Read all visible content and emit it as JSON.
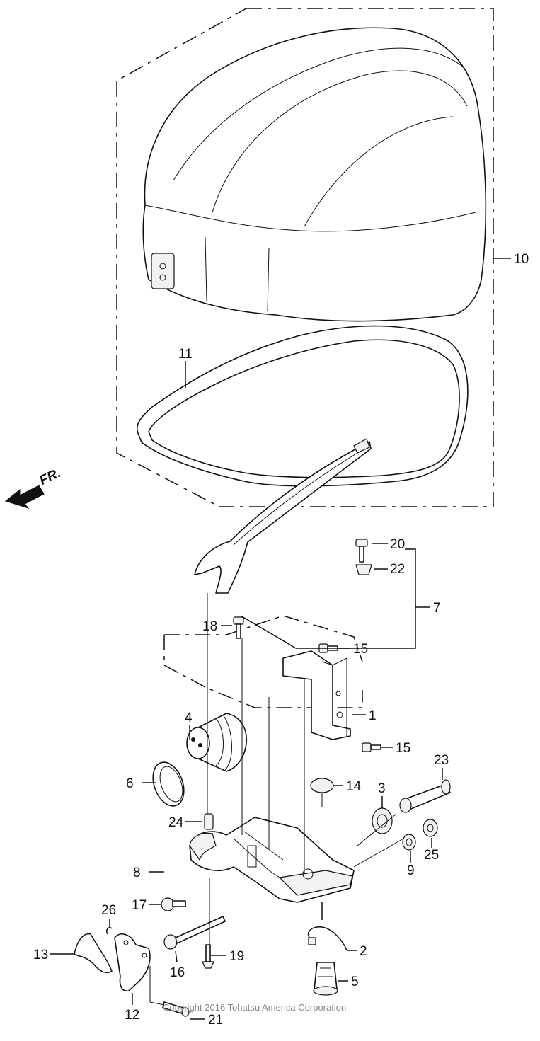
{
  "callouts": {
    "c1": "1",
    "c2": "2",
    "c3": "3",
    "c4": "4",
    "c5": "5",
    "c6": "6",
    "c7": "7",
    "c8": "8",
    "c9": "9",
    "c10": "10",
    "c11": "11",
    "c12": "12",
    "c13": "13",
    "c14": "14",
    "c15a": "15",
    "c15b": "15",
    "c16": "16",
    "c17": "17",
    "c18": "18",
    "c19": "19",
    "c20": "20",
    "c21": "21",
    "c22": "22",
    "c23": "23",
    "c24": "24",
    "c25": "25",
    "c26": "26"
  },
  "direction_label": "FR.",
  "copyright": "Copyright 2016 Tohatsu America Corporation"
}
